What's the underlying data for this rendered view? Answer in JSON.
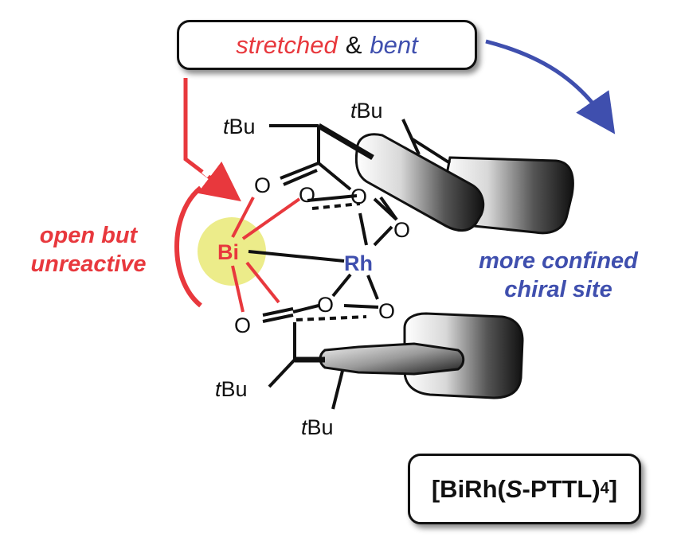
{
  "top_label": {
    "word1": "stretched",
    "amp": "&",
    "word2": "bent"
  },
  "left_label": {
    "line1": "open but",
    "line2": "unreactive"
  },
  "right_label": {
    "line1": "more confined",
    "line2": "chiral site"
  },
  "formula": {
    "prefix": "[BiRh(",
    "stereo": "S",
    "suffix": "-PTTL)",
    "subscript": "4",
    "close": "]"
  },
  "atoms": {
    "bi": "Bi",
    "rh": "Rh",
    "oxygen": "O",
    "tbu_t": "t",
    "tbu_bu": "Bu"
  },
  "colors": {
    "red_accent": "#e8383d",
    "blue_accent": "#3f4fae",
    "bi_highlight": "#ecec8a",
    "ink": "#111111"
  }
}
